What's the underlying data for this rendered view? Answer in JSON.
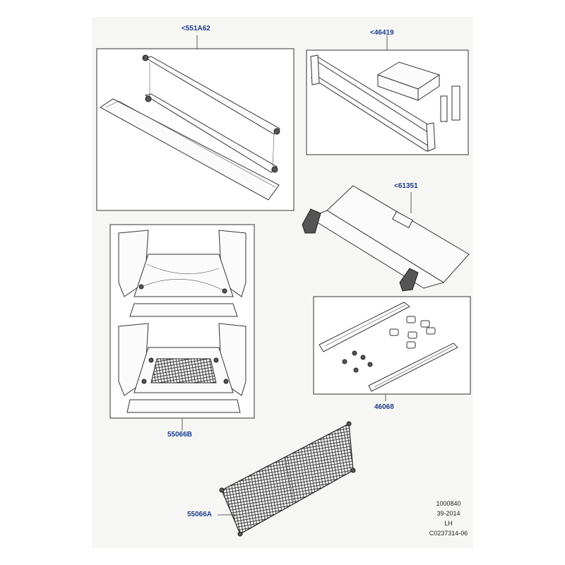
{
  "callouts": {
    "blind": "<551A62",
    "bars": "<46419",
    "cover": "<61351",
    "tracks": "46068",
    "net_kit": "55066B",
    "net": "55066A"
  },
  "stamp": {
    "line1": "1000840",
    "line2": "39-2014",
    "line3": "LH",
    "line4": "C0237314-06"
  },
  "colors": {
    "callout": "#1f3a8a",
    "line": "#333333",
    "sheet": "#f6f7f5"
  }
}
